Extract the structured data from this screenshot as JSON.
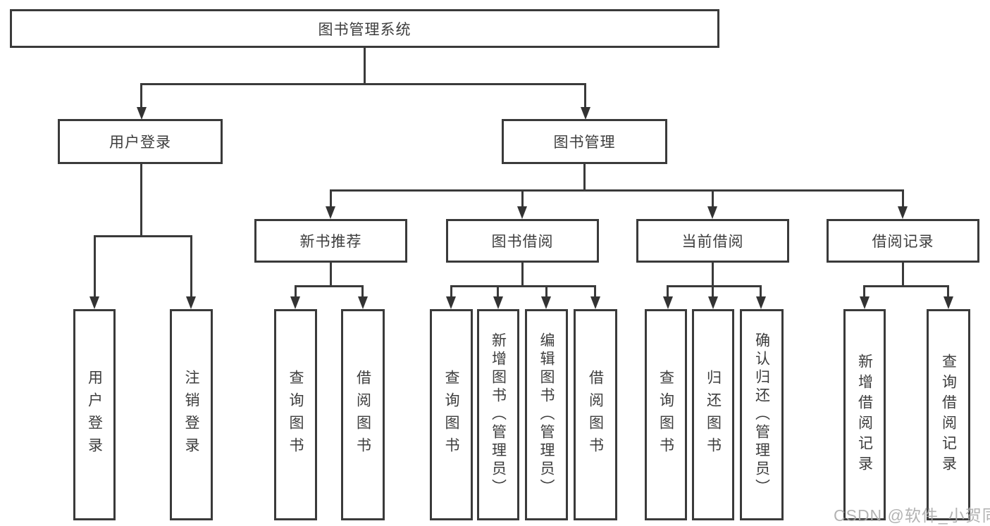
{
  "diagram": {
    "root": {
      "label": "图书管理系统"
    },
    "level2": [
      {
        "label": "用户登录"
      },
      {
        "label": "图书管理"
      }
    ],
    "level3": [
      {
        "label": "新书推荐"
      },
      {
        "label": "图书借阅"
      },
      {
        "label": "当前借阅"
      },
      {
        "label": "借阅记录"
      }
    ],
    "leaves": [
      {
        "label": "用户登录"
      },
      {
        "label": "注销登录"
      },
      {
        "label": "查询图书"
      },
      {
        "label": "借阅图书"
      },
      {
        "label": "查询图书"
      },
      {
        "label": "新增图书（管理员）"
      },
      {
        "label": "编辑图书（管理员）"
      },
      {
        "label": "借阅图书"
      },
      {
        "label": "查询图书"
      },
      {
        "label": "归还图书"
      },
      {
        "label": "确认归还（管理员）"
      },
      {
        "label": "新增借阅记录"
      },
      {
        "label": "查询借阅记录"
      }
    ]
  },
  "watermark": {
    "text": "CSDN @软件_小贺同学"
  },
  "colors": {
    "line": "#3a3a3a",
    "text": "#3d3d3d",
    "background": "#ffffff",
    "watermark": "#ababab"
  }
}
